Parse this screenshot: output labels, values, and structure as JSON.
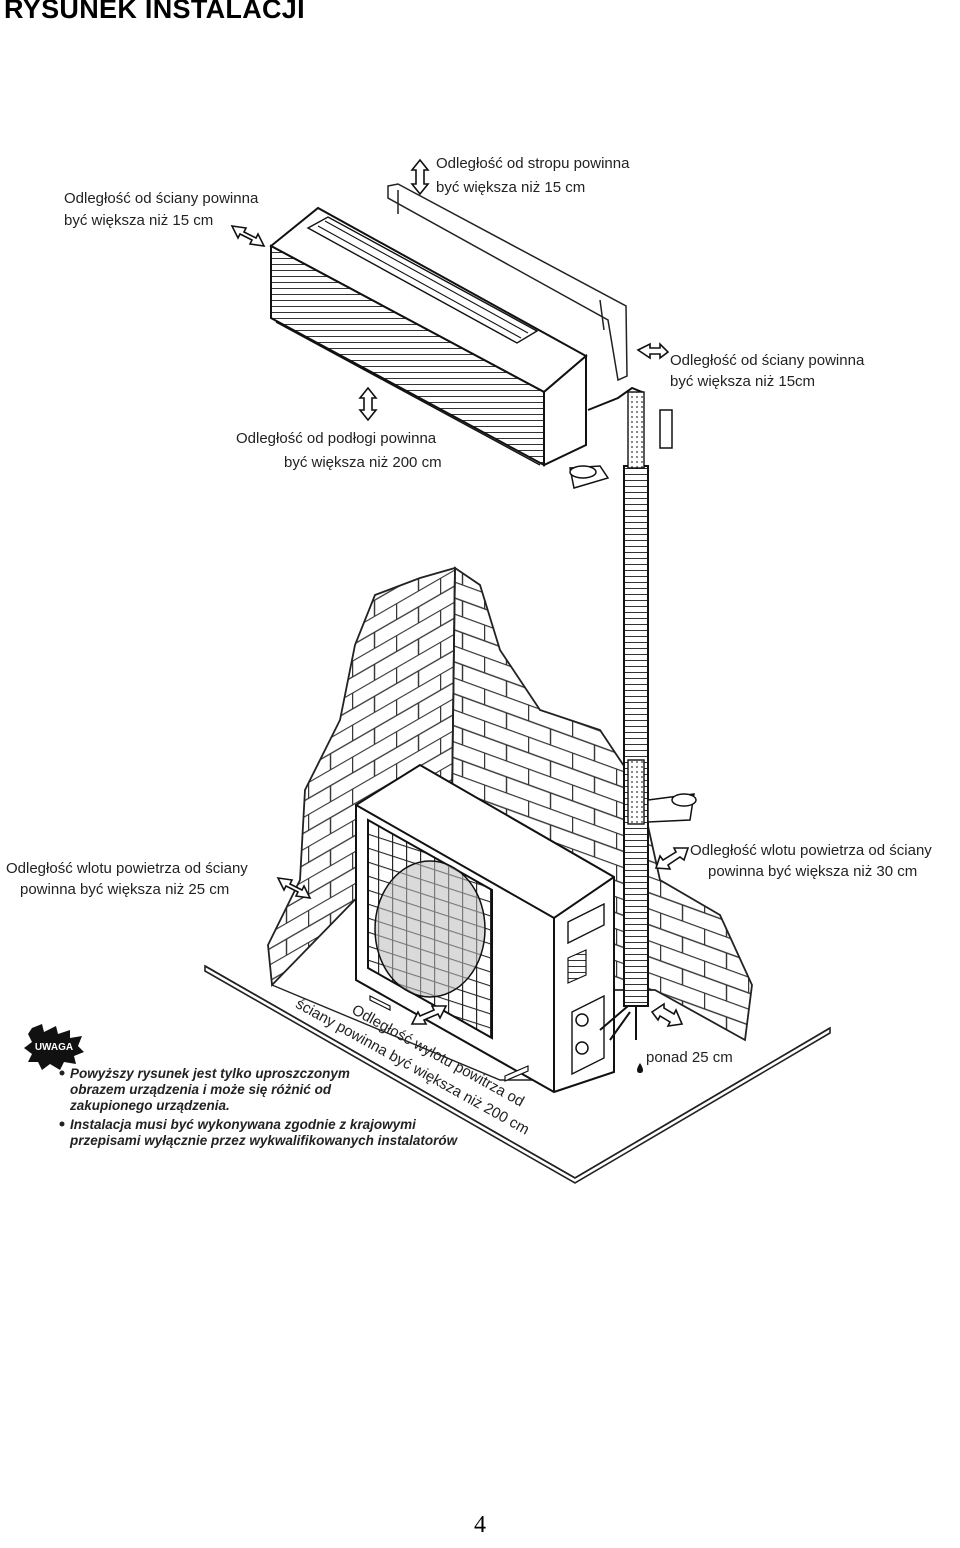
{
  "page": {
    "title": "RYSUNEK INSTALACJI",
    "number": "4"
  },
  "labels": {
    "ceiling": [
      "Odległość od stropu powinna",
      "być większa niż 15 cm"
    ],
    "wall_left": [
      "Odległość od ściany powinna",
      "być większa niż 15 cm"
    ],
    "wall_right": [
      "Odległość od ściany powinna",
      "być większa niż 15cm"
    ],
    "floor": [
      "Odległość od podłogi powinna",
      "być większa niż 200 cm"
    ],
    "inlet_left": [
      "Odległość wlotu powietrza od ściany",
      "powinna być większa niż 25 cm"
    ],
    "inlet_right": [
      "Odległość wlotu powietrza od ściany",
      "powinna być większa niż 30 cm"
    ],
    "outlet": [
      "Odległość wylotu powitrza od",
      "ściany powinna być większa niż 200 cm"
    ],
    "above": "ponad 25 cm"
  },
  "warning": {
    "badge": "UWAGA",
    "notes": [
      [
        "Powyższy rysunek jest tylko uproszczonym",
        "obrazem urządzenia i może się różnić od",
        "zakupionego urządzenia."
      ],
      [
        "Instalacja musi być wykonywana zgodnie z krajowymi",
        "przepisami wyłącznie przez wykwalifikowanych instalatorów"
      ]
    ]
  }
}
